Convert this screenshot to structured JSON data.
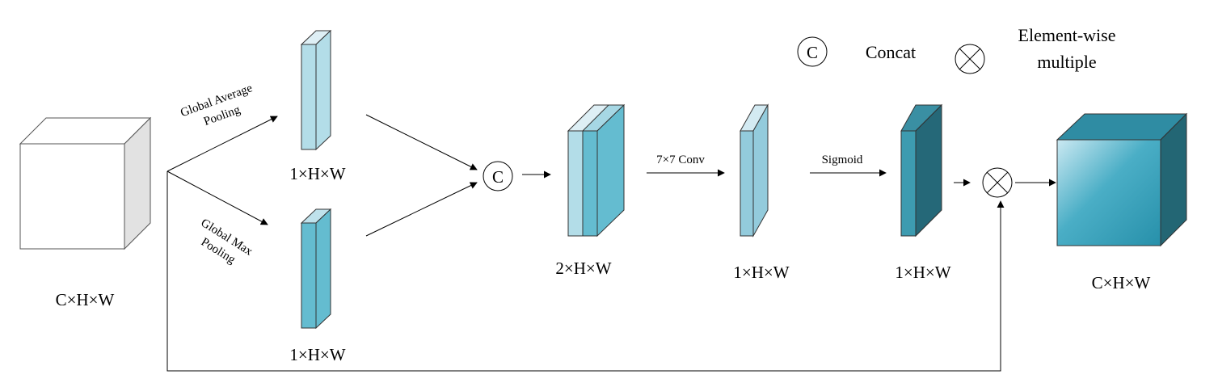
{
  "colors": {
    "input_cube": "#ffffff",
    "light_blue": "#b3dde8",
    "mid_blue": "#64bcd0",
    "dark_teal": "#256878",
    "line": "#000000"
  },
  "labels": {
    "input_dims": "C×H×W",
    "gap_dims": "1×H×W",
    "gmp_dims": "1×H×W",
    "concat_dims": "2×H×W",
    "conv_dims": "1×H×W",
    "sigmoid_dims": "1×H×W",
    "output_dims": "C×H×W",
    "gap_line1": "Global Average",
    "gap_line2": "Pooling",
    "gmp_line1": "Global Max",
    "gmp_line2": "Pooling",
    "conv_op": "7×7 Conv",
    "sigmoid_op": "Sigmoid"
  },
  "legend": {
    "concat_symbol": "C",
    "concat_text": "Concat",
    "multiply_text_line1": "Element-wise",
    "multiply_text_line2": "multiple"
  },
  "nodes": {
    "concat_symbol": "C"
  }
}
